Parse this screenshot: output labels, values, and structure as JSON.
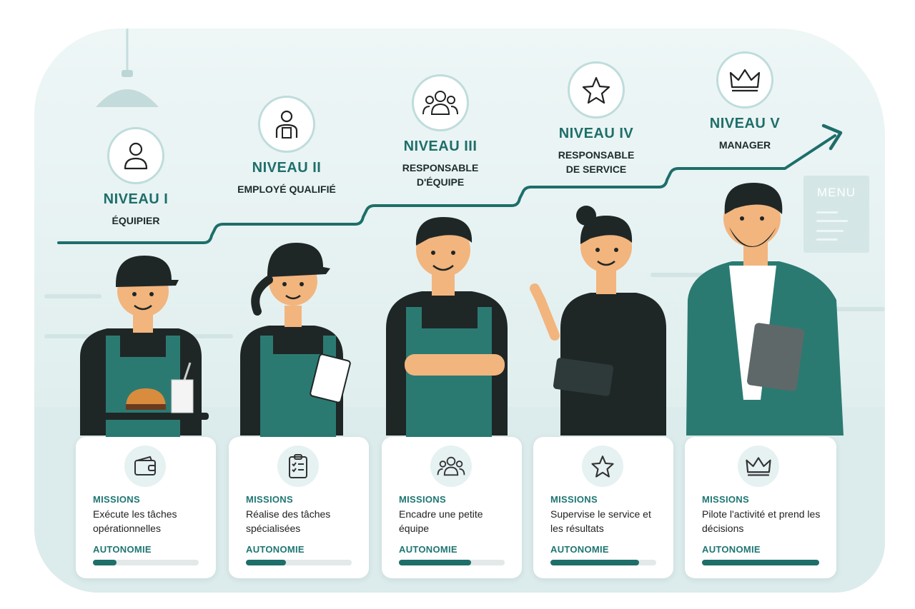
{
  "background": {
    "menu_label": "MENU"
  },
  "levels": [
    {
      "title": "NIVEAU I",
      "role": "ÉQUIPIER",
      "icon": "person-icon"
    },
    {
      "title": "NIVEAU II",
      "role": "EMPLOYÉ QUALIFIÉ",
      "icon": "employee-apron-icon"
    },
    {
      "title": "NIVEAU III",
      "role": "RESPONSABLE\nD'ÉQUIPE",
      "icon": "team-icon"
    },
    {
      "title": "NIVEAU IV",
      "role": "RESPONSABLE\nDE SERVICE",
      "icon": "star-icon"
    },
    {
      "title": "NIVEAU V",
      "role": "MANAGER",
      "icon": "crown-icon"
    }
  ],
  "cards": [
    {
      "missions_label": "MISSIONS",
      "missions": "Exécute les tâches opérationnelles",
      "autonomy_label": "AUTONOMIE",
      "autonomy": 0.22,
      "icon": "wallet-icon"
    },
    {
      "missions_label": "MISSIONS",
      "missions": "Réalise des tâches spécialisées",
      "autonomy_label": "AUTONOMIE",
      "autonomy": 0.38,
      "icon": "clipboard-checklist-icon"
    },
    {
      "missions_label": "MISSIONS",
      "missions": "Encadre une petite équipe",
      "autonomy_label": "AUTONOMIE",
      "autonomy": 0.68,
      "icon": "team-icon"
    },
    {
      "missions_label": "MISSIONS",
      "missions": "Supervise le service et les résultats",
      "autonomy_label": "AUTONOMIE",
      "autonomy": 0.84,
      "icon": "star-icon"
    },
    {
      "missions_label": "MISSIONS",
      "missions": "Pilote l'activité et prend les décisions",
      "autonomy_label": "AUTONOMIE",
      "autonomy": 1.0,
      "icon": "crown-icon"
    }
  ],
  "colors": {
    "accent": "#1e6e6a",
    "background": "#e3f0f0"
  }
}
